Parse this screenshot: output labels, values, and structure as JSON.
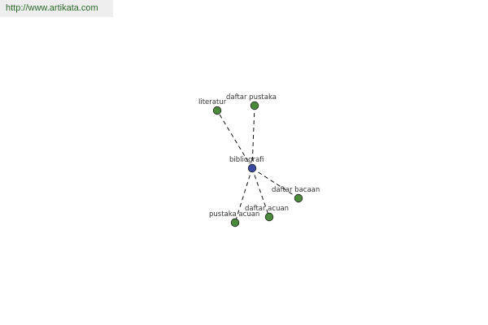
{
  "site": {
    "url_text": "http://www.artikata.com"
  },
  "graph": {
    "center": {
      "id": "center",
      "label": "bibliografi",
      "color": "#3a4aa0"
    },
    "leaf_color": "#4a8a3a",
    "nodes": [
      {
        "id": "literatur",
        "label": "literatur"
      },
      {
        "id": "daftar-pustaka",
        "label": "daftar pustaka"
      },
      {
        "id": "daftar-bacaan",
        "label": "daftar bacaan"
      },
      {
        "id": "daftar-acuan",
        "label": "daftar acuan"
      },
      {
        "id": "pustaka-acuan",
        "label": "pustaka acuan"
      }
    ]
  }
}
